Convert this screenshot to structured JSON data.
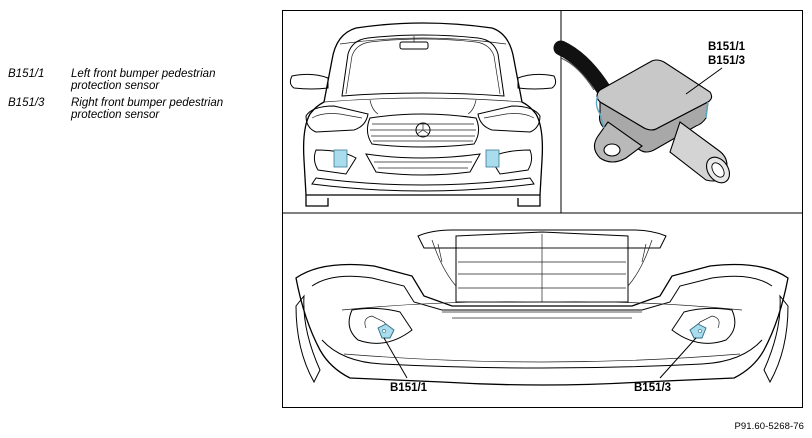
{
  "legend": [
    {
      "code": "B151/1",
      "description": "Left front bumper pedestrian protection sensor"
    },
    {
      "code": "B151/3",
      "description": "Right front bumper pedestrian protection sensor"
    }
  ],
  "callouts": {
    "detail": [
      "B151/1",
      "B151/3"
    ],
    "bumper_left": "B151/1",
    "bumper_right": "B151/3"
  },
  "figure_reference": "P91.60-5268-76",
  "colors": {
    "sensor_highlight": "#a9dcec",
    "sensor_body": "#c8c8c8",
    "frame": "#000000"
  }
}
